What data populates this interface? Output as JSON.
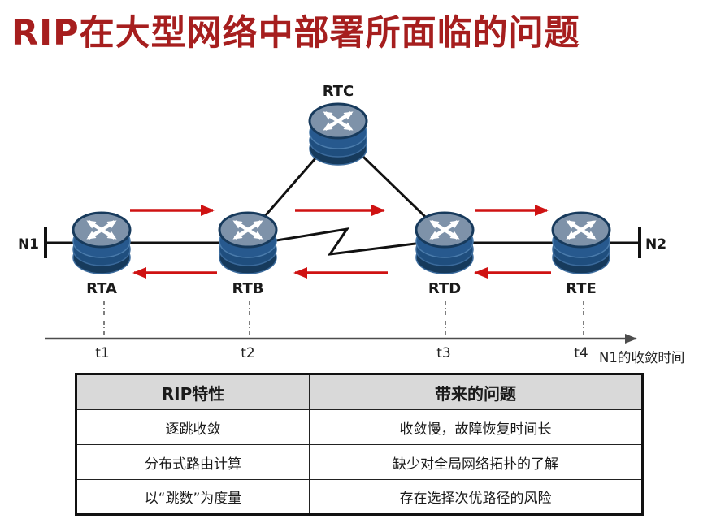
{
  "title": "RIP在大型网络中部署所面临的问题",
  "diagram": {
    "networks": [
      {
        "id": "n1",
        "label": "N1"
      },
      {
        "id": "n2",
        "label": "N2"
      }
    ],
    "routers": [
      {
        "id": "rta",
        "label": "RTA"
      },
      {
        "id": "rtb",
        "label": "RTB"
      },
      {
        "id": "rtc",
        "label": "RTC"
      },
      {
        "id": "rtd",
        "label": "RTD"
      },
      {
        "id": "rte",
        "label": "RTE"
      }
    ],
    "links": [
      {
        "from": "N1",
        "to": "RTA",
        "status": "up"
      },
      {
        "from": "RTA",
        "to": "RTB",
        "status": "up"
      },
      {
        "from": "RTB",
        "to": "RTC",
        "status": "up"
      },
      {
        "from": "RTC",
        "to": "RTD",
        "status": "up"
      },
      {
        "from": "RTB",
        "to": "RTD",
        "status": "broken"
      },
      {
        "from": "RTD",
        "to": "RTE",
        "status": "up"
      },
      {
        "from": "RTE",
        "to": "N2",
        "status": "up"
      }
    ],
    "update_arrows": {
      "rightward": [
        "RTA-RTB",
        "RTB-RTD",
        "RTD-RTE"
      ],
      "leftward": [
        "RTB-RTA",
        "RTD-RTB",
        "RTE-RTD"
      ]
    }
  },
  "timeline": {
    "ticks": [
      "t1",
      "t2",
      "t3",
      "t4"
    ],
    "axis_label": "N1的收敛时间"
  },
  "table": {
    "headers": [
      "RIP特性",
      "带来的问题"
    ],
    "rows": [
      [
        "逐跳收敛",
        "收敛慢，故障恢复时间长"
      ],
      [
        "分布式路由计算",
        "缺少对全局网络拓扑的了解"
      ],
      [
        "以“跳数”为度量",
        "存在选择次优路径的风险"
      ]
    ]
  },
  "colors": {
    "title_red": "#a61e1e",
    "arrow_red": "#cf1212",
    "link_black": "#111111",
    "axis_gray": "#4d4d4d",
    "router_top": "#7e92a9",
    "router_rim": "#173a5c",
    "router_body": "#1f4e7e",
    "router_body_dark": "#163a5c",
    "router_body_light": "#27598e",
    "table_header_bg": "#d9d9d9",
    "text_black": "#1a1a1a"
  }
}
